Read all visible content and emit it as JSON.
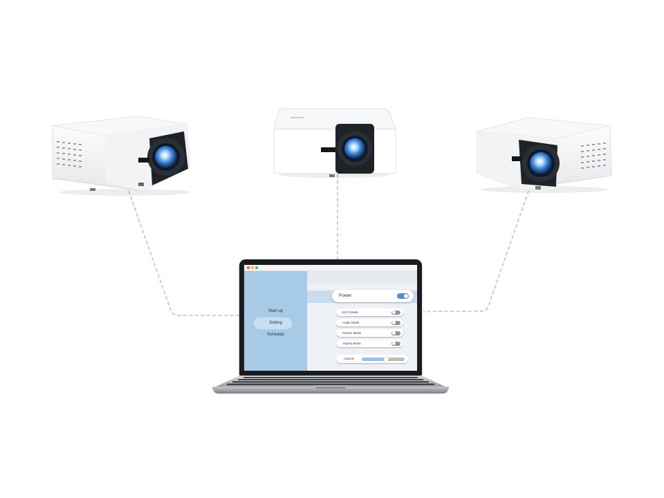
{
  "colors": {
    "connector": "#9ccbe7",
    "sidebar": "#a7cbe7",
    "selected_pill": "#c9dff0",
    "toggle_on": "#5b8dc4",
    "toggle_off": "#8e9196",
    "volume_fill": "#9dc1e2",
    "volume_track": "#c0bcb4"
  },
  "window_controls": [
    {
      "name": "close",
      "color": "#ee5b5b"
    },
    {
      "name": "minimize",
      "color": "#f3b73b"
    },
    {
      "name": "maximize",
      "color": "#43c04a"
    }
  ],
  "sidebar": {
    "items": [
      {
        "label": "Start-up",
        "selected": false
      },
      {
        "label": "Setting",
        "selected": true
      },
      {
        "label": "Schedule",
        "selected": false
      }
    ]
  },
  "settings": {
    "power": {
      "label": "Power",
      "on": true
    },
    "rows": [
      {
        "label": "ECO Mode",
        "on": false
      },
      {
        "label": "Audio Mode",
        "on": false
      },
      {
        "label": "Picture Mode",
        "on": false
      },
      {
        "label": "Aspect Mode",
        "on": false
      }
    ],
    "volume": {
      "label": "Volume",
      "level": 0.58
    }
  },
  "projectors": [
    {
      "icon": "projector-icon",
      "facing": "right"
    },
    {
      "icon": "projector-icon",
      "facing": "front"
    },
    {
      "icon": "projector-icon",
      "facing": "left"
    }
  ]
}
